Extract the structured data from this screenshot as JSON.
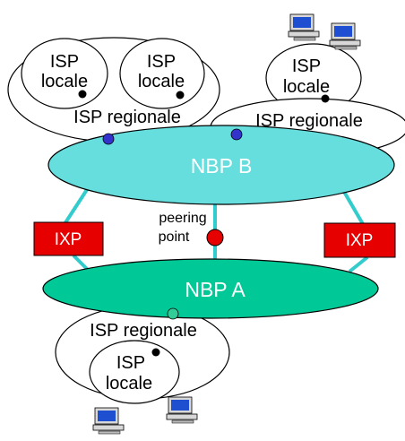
{
  "nodes": {
    "nbp_b": "NBP B",
    "nbp_a": "NBP A",
    "ixp_left": "IXP",
    "ixp_right": "IXP",
    "peering_line1": "peering",
    "peering_line2": "point",
    "isp_regionale_top_left": "ISP regionale",
    "isp_regionale_top_right": "ISP regionale",
    "isp_regionale_bottom": "ISP regionale",
    "isp_locale_1_line1": "ISP",
    "isp_locale_1_line2": "locale",
    "isp_locale_2_line1": "ISP",
    "isp_locale_2_line2": "locale",
    "isp_locale_3_line1": "ISP",
    "isp_locale_3_line2": "locale",
    "isp_locale_4_line1": "ISP",
    "isp_locale_4_line2": "locale"
  },
  "colors": {
    "nbp_b_fill": "#66dede",
    "nbp_a_fill": "#00c896",
    "ixp_fill": "#e60000",
    "link": "#33cccc",
    "peering_point": "#e60000",
    "router_blue": "#3333cc",
    "router_teal": "#33cc99"
  },
  "icons": [
    "computer-icon",
    "computer-icon",
    "computer-icon",
    "computer-icon"
  ]
}
